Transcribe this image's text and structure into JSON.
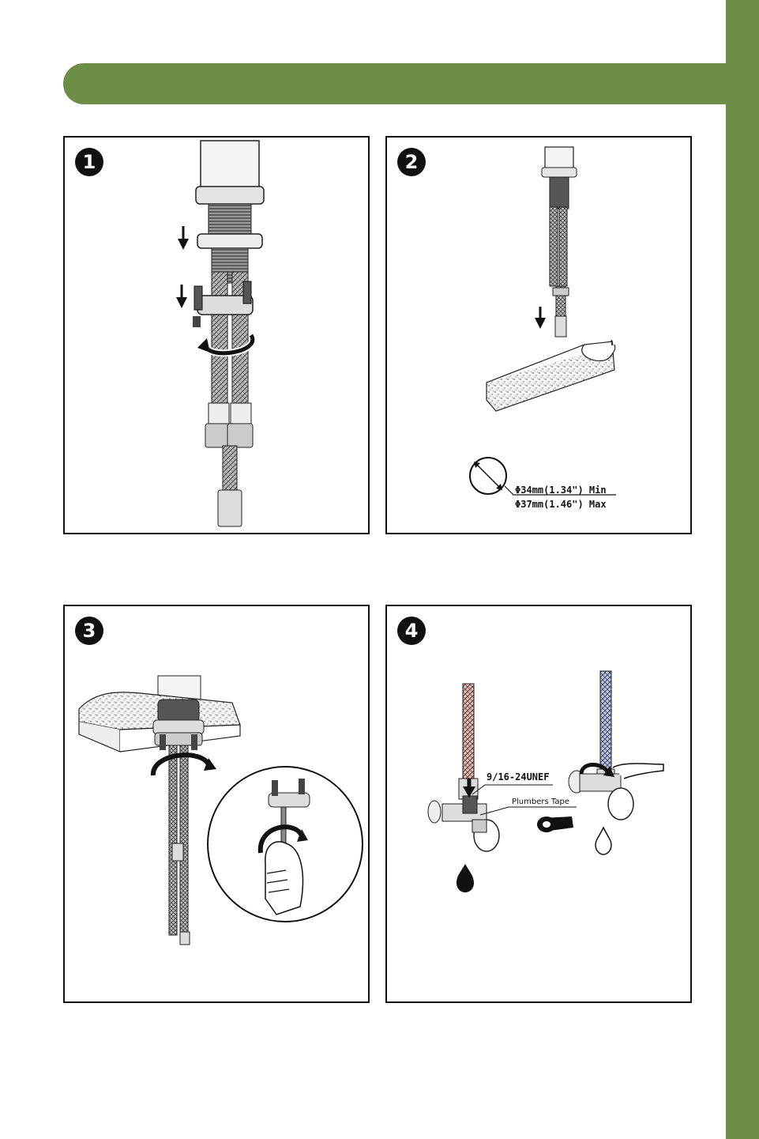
{
  "colors": {
    "accent": "#6e8e47",
    "hot": "#d23b2a",
    "cold": "#2f56c8"
  },
  "steps": [
    {
      "number": "1"
    },
    {
      "number": "2",
      "dim_min": "Φ34mm(1.34\") Min",
      "dim_max": "Φ37mm(1.46\") Max"
    },
    {
      "number": "3"
    },
    {
      "number": "4",
      "thread_label": "9/16-24UNEF",
      "tape_label": "Plumbers Tape"
    }
  ],
  "icons": [
    "down-arrow-icon",
    "rotate-arrow-icon",
    "hole-diameter-icon",
    "hot-water-drop-icon",
    "cold-water-drop-icon",
    "plumbers-tape-icon"
  ]
}
